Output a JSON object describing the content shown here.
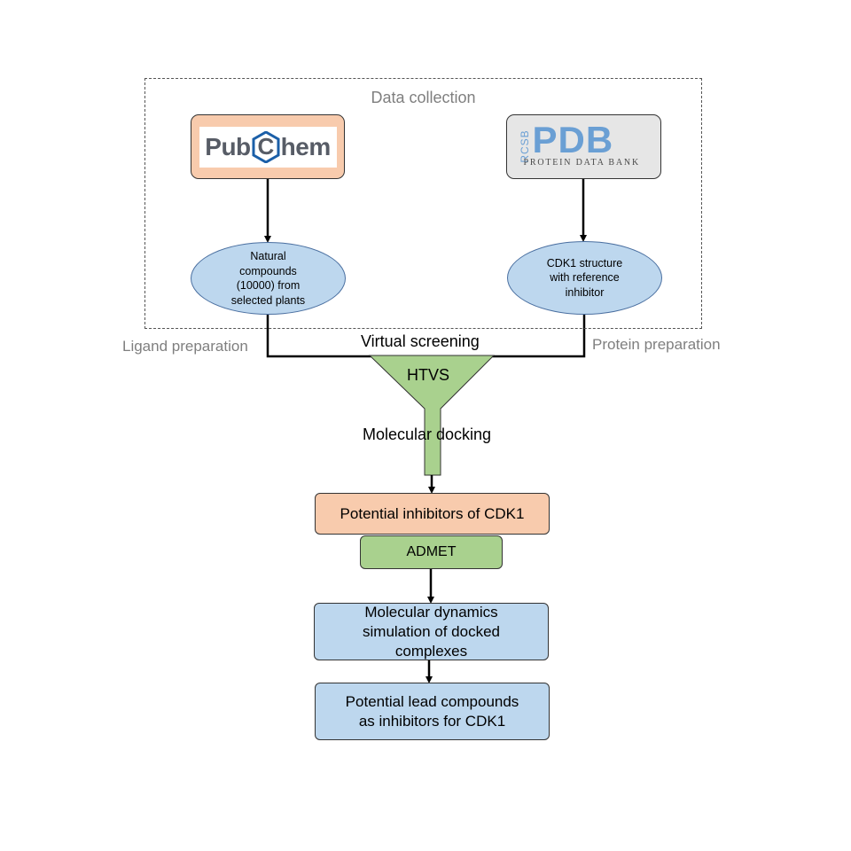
{
  "data_collection": {
    "title": "Data collection"
  },
  "pubchem": {
    "logo_text_left": "Pub",
    "logo_text_c": "C",
    "logo_text_right": "hem"
  },
  "pdb": {
    "logo_rcsb": "RCSB",
    "logo_pdb": "PDB",
    "logo_subtitle": "PROTEIN DATA BANK"
  },
  "ligand_node": {
    "text": "Natural\ncompounds\n(10000) from\nselected plants"
  },
  "protein_node": {
    "text": "CDK1 structure\nwith reference\ninhibitor"
  },
  "labels": {
    "ligand_preparation": "Ligand preparation",
    "protein_preparation": "Protein preparation",
    "virtual_screening": "Virtual screening",
    "htvs": "HTVS",
    "molecular_docking": "Molecular docking"
  },
  "steps": {
    "potential_inhibitors": "Potential inhibitors of CDK1",
    "admet": "ADMET",
    "md_simulation": "Molecular dynamics\nsimulation of docked\ncomplexes",
    "lead_compounds": "Potential lead compounds\nas inhibitors for CDK1"
  },
  "colors": {
    "peach": "#f8cbad",
    "light_blue": "#bdd7ee",
    "green": "#a9d18e",
    "gray_text": "#7f7f7f",
    "pdb_blue": "#6a9fd4"
  }
}
